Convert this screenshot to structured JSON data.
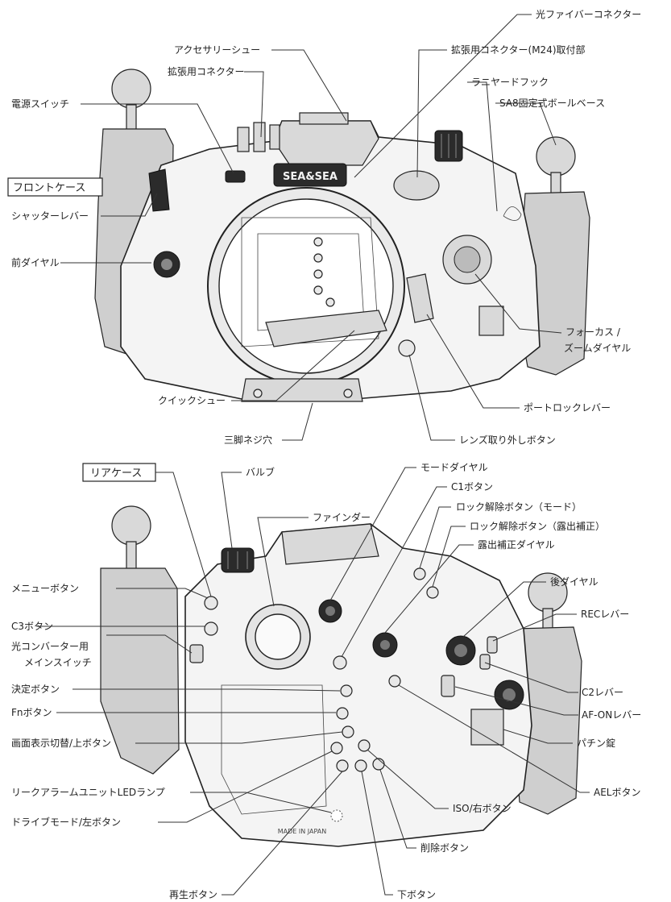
{
  "front": {
    "section_label": "フロントケース",
    "labels": {
      "optical_fiber_connector": "光ファイバーコネクター",
      "accessory_shoe": "アクセサリーシュー",
      "m24_mount": "拡張用コネクター(M24)取付部",
      "expansion_connector": "拡張用コネクター",
      "lanyard_hook": "ラニヤードフック",
      "ball_base": "SA8固定式ボールベース",
      "power_switch": "電源スイッチ",
      "shutter_lever": "シャッターレバー",
      "front_dial": "前ダイヤル",
      "focus_zoom_dial_1": "フォーカス /",
      "focus_zoom_dial_2": "ズームダイヤル",
      "quick_shoe": "クイックシュー",
      "port_lock_lever": "ポートロックレバー",
      "tripod_hole": "三脚ネジ穴",
      "lens_release": "レンズ取り外しボタン"
    },
    "logo": "SEA&SEA"
  },
  "rear": {
    "section_label": "リアケース",
    "labels": {
      "valve": "バルブ",
      "mode_dial": "モードダイヤル",
      "c1_button": "C1ボタン",
      "lock_release_mode": "ロック解除ボタン（モード）",
      "viewfinder": "ファインダー",
      "lock_release_exposure": "ロック解除ボタン（露出補正）",
      "exposure_dial": "露出補正ダイヤル",
      "rear_dial": "後ダイヤル",
      "menu_button": "メニューボタン",
      "rec_lever": "RECレバー",
      "c3_button": "C3ボタン",
      "converter_switch_1": "光コンバーター用",
      "converter_switch_2": "メインスイッチ",
      "c2_lever": "C2レバー",
      "ok_button": "決定ボタン",
      "af_on_lever": "AF-ONレバー",
      "fn_button": "Fnボタン",
      "latch": "パチン錠",
      "display_up": "画面表示切替/上ボタン",
      "leak_led": "リークアラームユニットLEDランプ",
      "ael_button": "AELボタン",
      "iso_right": "ISO/右ボタン",
      "drive_left": "ドライブモード/左ボタン",
      "delete_button": "削除ボタン",
      "play_button": "再生ボタン",
      "down_button": "下ボタン"
    },
    "engraving": "MADE IN JAPAN"
  }
}
